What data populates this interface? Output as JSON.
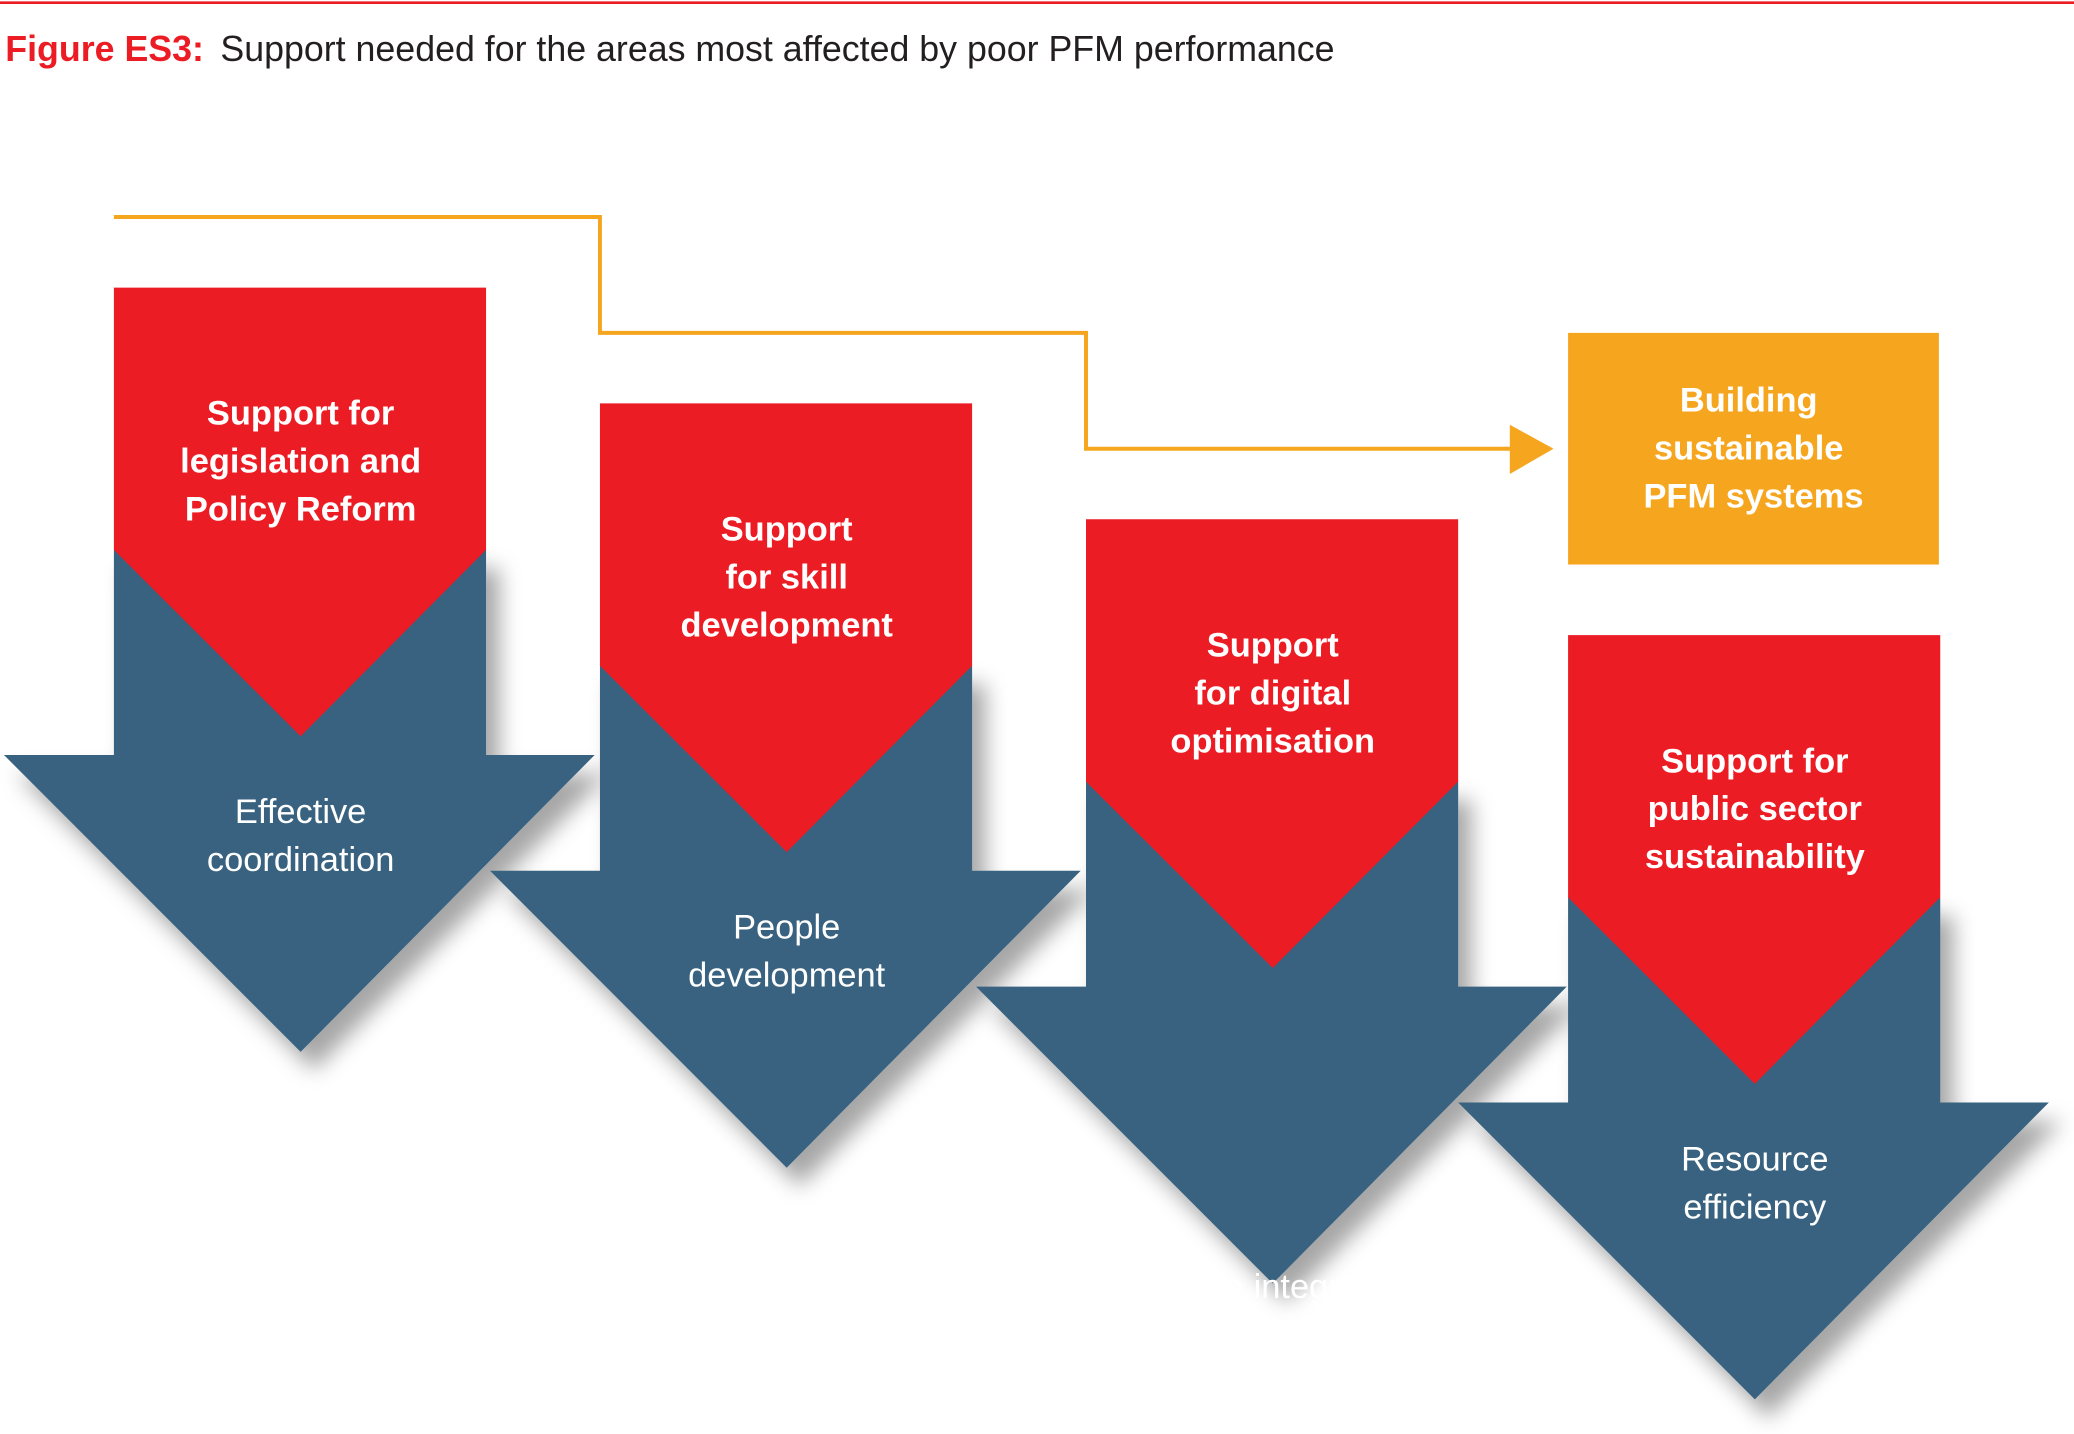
{
  "title": {
    "label": "Figure ES3:",
    "text": "Support needed for the areas most affected by poor PFM performance"
  },
  "colors": {
    "red": "#ec1c24",
    "blue": "#38627f",
    "orange": "#f6a61e",
    "rule": "#ec1c24"
  },
  "goal": {
    "lines": [
      "Building",
      "sustainable",
      "PFM systems"
    ]
  },
  "steps": [
    {
      "support": [
        "Support for",
        "legislation and",
        "Policy Reform"
      ],
      "outcome": [
        "Effective",
        "coordination"
      ]
    },
    {
      "support": [
        "Support",
        "for skill",
        "development"
      ],
      "outcome": [
        "People",
        "development"
      ]
    },
    {
      "support": [
        "Support",
        "for digital",
        "optimisation"
      ],
      "outcome": [
        "Data integrity"
      ]
    },
    {
      "support": [
        "Support for",
        "public sector",
        "sustainability"
      ],
      "outcome": [
        "Resource",
        "efficiency"
      ]
    }
  ]
}
